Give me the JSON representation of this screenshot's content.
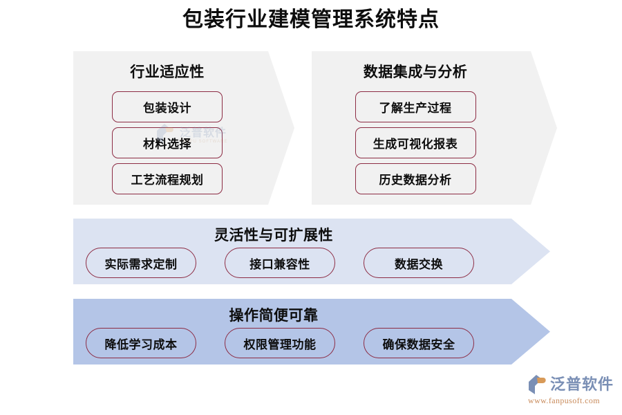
{
  "title": "包装行业建模管理系统特点",
  "panels": [
    {
      "title": "行业适应性",
      "items": [
        "包装设计",
        "材料选择",
        "工艺流程规划"
      ]
    },
    {
      "title": "数据集成与分析",
      "items": [
        "了解生产过程",
        "生成可视化报表",
        "历史数据分析"
      ]
    }
  ],
  "bands": [
    {
      "title": "灵活性与可扩展性",
      "items": [
        "实际需求定制",
        "接口兼容性",
        "数据交换"
      ],
      "color": "#DCE3F2"
    },
    {
      "title": "操作简便可靠",
      "items": [
        "降低学习成本",
        "权限管理功能",
        "确保数据安全"
      ],
      "color": "#B4C5E7"
    }
  ],
  "watermark": {
    "name": "泛普软件",
    "sub": "FANPU SOFTWARE"
  },
  "brand": {
    "name": "泛普软件",
    "url": "www.fanpusoft.com"
  },
  "colors": {
    "panel_bg": "#F1F1F1",
    "pill_border": "#8C2B43",
    "band_light": "#DCE3F2",
    "band_dark": "#B4C5E7",
    "brand_blue": "#7A8FB5",
    "brand_orange": "#C88A5A",
    "text": "#0D0D0D"
  }
}
